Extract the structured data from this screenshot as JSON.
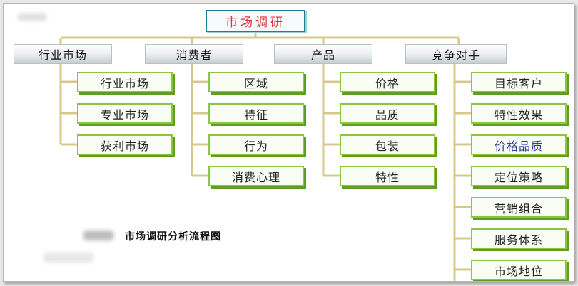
{
  "root": "市场调研",
  "categories": [
    {
      "label": "行业市场",
      "children": [
        "行业市场",
        "专业市场",
        "获利市场"
      ]
    },
    {
      "label": "消费者",
      "children": [
        "区域",
        "特征",
        "行为",
        "消费心理"
      ]
    },
    {
      "label": "产品",
      "children": [
        "价格",
        "品质",
        "包装",
        "特性"
      ]
    },
    {
      "label": "竞争对手",
      "children": [
        "目标客户",
        "特性效果",
        "价格品质",
        "定位策略",
        "营销组合",
        "服务体系",
        "市场地位"
      ]
    }
  ],
  "caption": "市场调研分析流程图",
  "colors": {
    "leaf_border": "#8cc63f",
    "root_text": "#e0303a",
    "root_border": "#1e7f8f",
    "connector": "#d7c98e",
    "highlight_text": "#2a3f9c"
  }
}
